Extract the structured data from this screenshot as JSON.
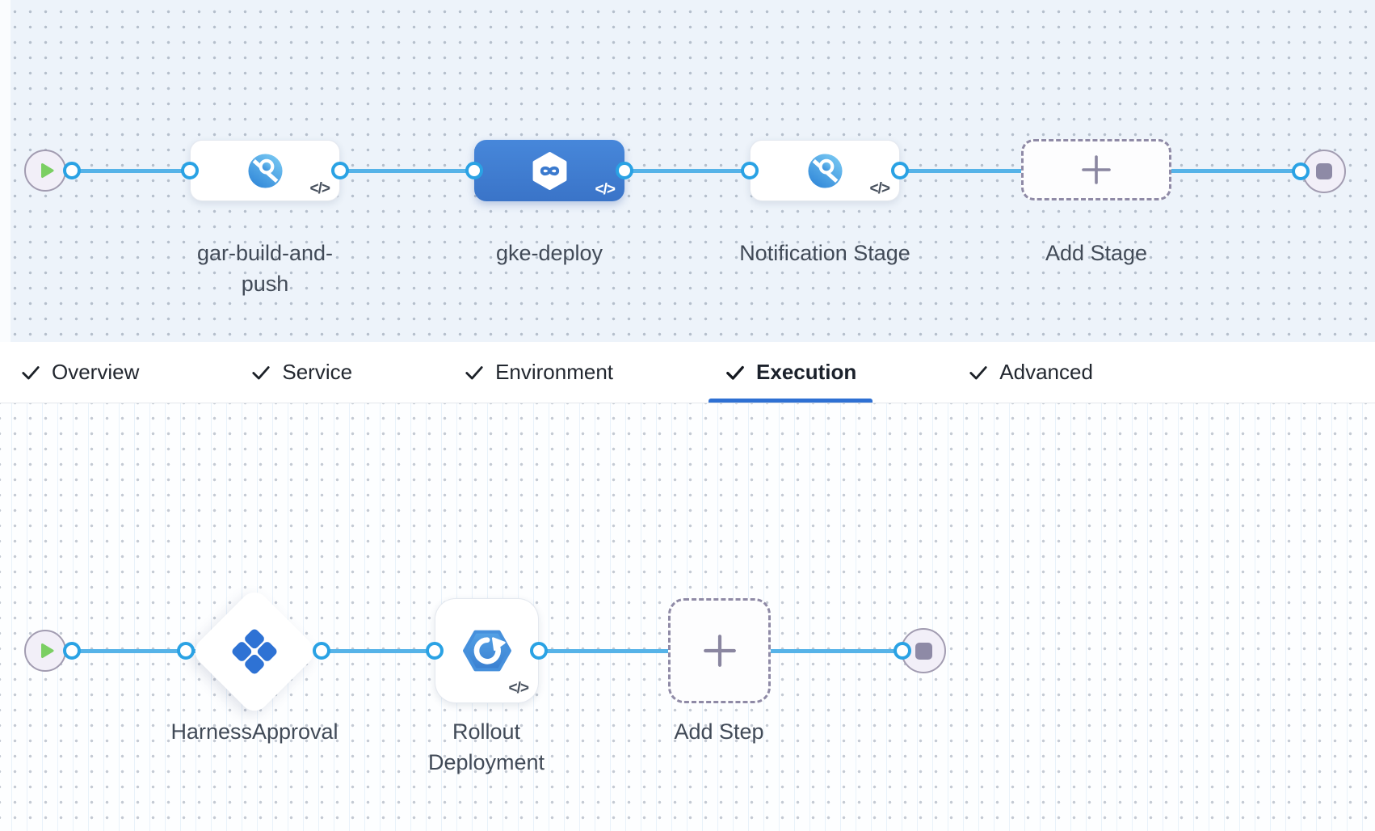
{
  "stage_pipeline": {
    "stages": [
      {
        "label": "gar-build-and-push",
        "type": "custom-stage",
        "selected": false
      },
      {
        "label": "gke-deploy",
        "type": "cd-stage",
        "selected": true
      },
      {
        "label": "Notification Stage",
        "type": "custom-stage",
        "selected": false
      }
    ],
    "add_stage_label": "Add Stage"
  },
  "tabs": {
    "items": [
      {
        "label": "Overview",
        "checked": true,
        "active": false
      },
      {
        "label": "Service",
        "checked": true,
        "active": false
      },
      {
        "label": "Environment",
        "checked": true,
        "active": false
      },
      {
        "label": "Execution",
        "checked": true,
        "active": true
      },
      {
        "label": "Advanced",
        "checked": true,
        "active": false
      }
    ]
  },
  "execution_pipeline": {
    "steps": [
      {
        "label": "HarnessApproval",
        "type": "approval-step"
      },
      {
        "label": "Rollout Deployment",
        "type": "rollout-step"
      }
    ],
    "add_step_label": "Add Step"
  },
  "glyphs": {
    "code": "</>"
  },
  "icons": {
    "start": "play-icon",
    "end": "stop-icon",
    "custom_stage": "magnifier-disc-icon",
    "cd_stage": "hexagon-infinity-icon",
    "approval": "diamond-grid-icon",
    "rollout": "hexagon-refresh-icon",
    "add": "plus-icon",
    "tab_check": "check-icon"
  },
  "colors": {
    "connector": "#56b3e8",
    "ring": "#2aa2e4",
    "sel": "#3a74c8",
    "underline": "#2e70d3",
    "dash": "#8f8aa6",
    "icon_blue": "#2e72d4",
    "play_green": "#7bcf63",
    "canvas_top_bg": "#edf3fa"
  }
}
